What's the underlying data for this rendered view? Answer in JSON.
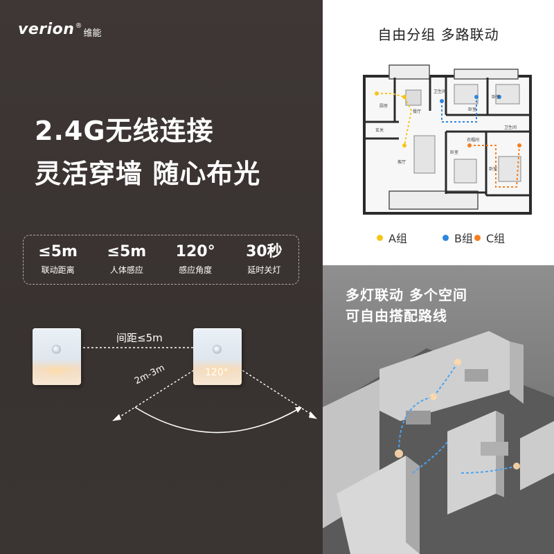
{
  "brand": {
    "name": "verion",
    "reg": "®",
    "cn": "维能"
  },
  "headline": {
    "line1": "2.4G无线连接",
    "line2": "灵活穿墙 随心布光"
  },
  "specs": [
    {
      "value": "≤5m",
      "label": "联动距离"
    },
    {
      "value": "≤5m",
      "label": "人体感应"
    },
    {
      "value": "120°",
      "label": "感应角度"
    },
    {
      "value": "30秒",
      "label": "延时关灯"
    }
  ],
  "diagram": {
    "distance": "间距≤5m",
    "range": "2m-3m",
    "angle": "120°"
  },
  "floorplan": {
    "title": "自由分组  多路联动",
    "rooms": {
      "kitchen": "厨房",
      "dining": "餐厅",
      "entry": "玄关",
      "living": "客厅",
      "bath1": "卫生间",
      "bath2": "卫生间",
      "bedroom1": "卧室",
      "bedroom2": "卧室",
      "bedroom3": "卧室",
      "bedroom4": "卧室",
      "study": "衣帽间"
    },
    "legend": [
      {
        "label": "A组",
        "color": "#f5c518"
      },
      {
        "label": "B组",
        "color": "#2e86de"
      },
      {
        "label": "C组",
        "color": "#f47f20"
      }
    ]
  },
  "scene": {
    "line1": "多灯联动  多个空间",
    "line2": "可自由搭配路线"
  },
  "colors": {
    "bg_dark": "#3b3533",
    "accent_a": "#f5c518",
    "accent_b": "#2e86de",
    "accent_c": "#f47f20"
  }
}
